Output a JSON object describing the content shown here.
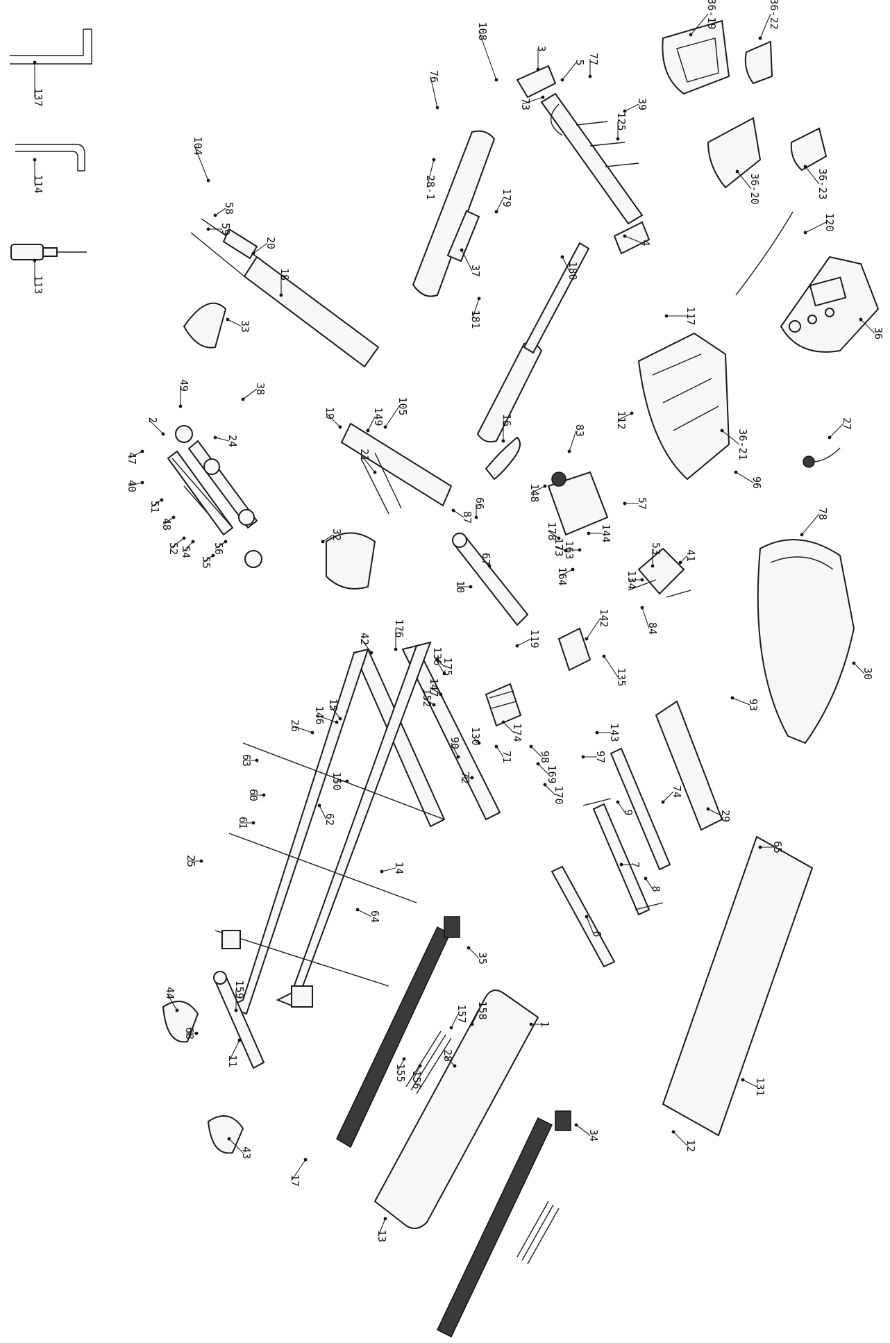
{
  "diagram": {
    "colors": {
      "line": "#1a1a1a",
      "fill": "#f7f7f7",
      "dark": "#3a3a3a"
    },
    "labels": [
      "137",
      "114",
      "113",
      "108",
      "3",
      "5",
      "76",
      "77",
      "73",
      "39",
      "36-19",
      "36-22",
      "125",
      "28-1",
      "179",
      "180",
      "37",
      "181",
      "4",
      "36-20",
      "36-23",
      "120",
      "104",
      "58",
      "59",
      "20",
      "18",
      "33",
      "117",
      "36",
      "112",
      "36-21",
      "16",
      "83",
      "19",
      "21",
      "149",
      "105",
      "87",
      "2",
      "49",
      "24",
      "38",
      "47",
      "40",
      "51",
      "48",
      "52",
      "54",
      "55",
      "56",
      "32",
      "10",
      "66",
      "148",
      "57",
      "144",
      "163",
      "178",
      "173",
      "164",
      "67",
      "53",
      "41",
      "134",
      "84",
      "27",
      "96",
      "78",
      "30",
      "42",
      "176",
      "136",
      "175",
      "119",
      "142",
      "135",
      "147",
      "152",
      "146",
      "26",
      "15",
      "150",
      "130",
      "90",
      "71",
      "72",
      "143",
      "97",
      "174",
      "98",
      "169",
      "170",
      "93",
      "29",
      "74",
      "9",
      "8",
      "7",
      "6",
      "63",
      "60",
      "61",
      "62",
      "14",
      "64",
      "25",
      "65",
      "35",
      "157",
      "158",
      "155",
      "156",
      "44",
      "68",
      "159",
      "11",
      "43",
      "131",
      "12",
      "17",
      "34",
      "13",
      "28",
      "1"
    ]
  }
}
